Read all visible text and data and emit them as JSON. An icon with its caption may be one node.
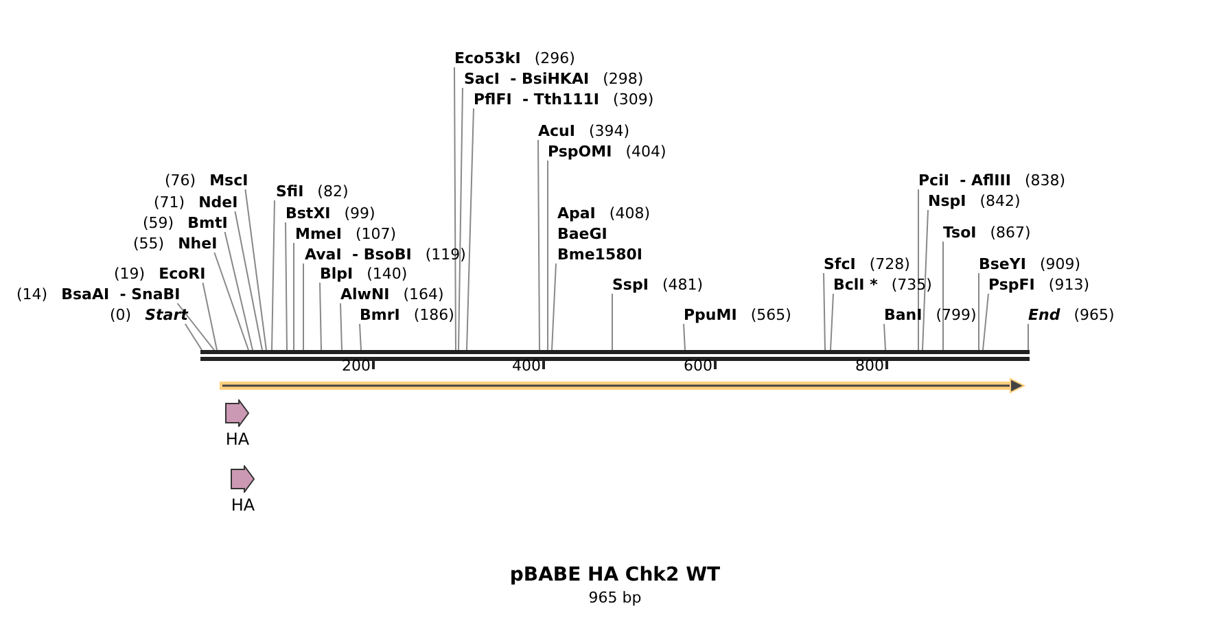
{
  "diagram": {
    "title": "pBABE HA Chk2 WT",
    "caption": "965 bp",
    "nodes": [
      {
        "text": [
          "(0)",
          "Start"
        ]
      },
      {
        "text": [
          "(14)",
          "BsaAI  - SnaBI"
        ]
      },
      {
        "text": [
          "(19)",
          "EcoRI"
        ]
      },
      {
        "text": [
          "(55)",
          "NheI"
        ]
      },
      {
        "text": [
          "(59)",
          "BmtI"
        ]
      },
      {
        "text": [
          "(71)",
          "NdeI"
        ]
      },
      {
        "text": [
          "(76)",
          "MscI"
        ]
      },
      {
        "text": [
          "SfiI",
          "(82)"
        ]
      },
      {
        "text": [
          "BstXI",
          "(99)"
        ]
      },
      {
        "text": [
          "MmeI",
          "(107)"
        ]
      },
      {
        "text": [
          "AvaI  - BsoBI",
          "(119)"
        ]
      },
      {
        "text": [
          "BlpI",
          "(140)"
        ]
      },
      {
        "text": [
          "AlwNI",
          "(164)"
        ]
      },
      {
        "text": [
          "BmrI",
          "(186)"
        ]
      },
      {
        "text": [
          "Eco53kI",
          "(296)"
        ]
      },
      {
        "text": [
          "SacI  - BsiHKAI",
          "(298)"
        ]
      },
      {
        "text": [
          "PflFI  - Tth111I",
          "(309)"
        ]
      },
      {
        "text": [
          "AcuI",
          "(394)"
        ]
      },
      {
        "text": [
          "PspOMI",
          "(404)"
        ]
      },
      {
        "text": [
          "ApaI",
          "(408)",
          "BaeGI",
          "Bme1580I"
        ]
      },
      {
        "text": [
          "SspI",
          "(481)"
        ]
      },
      {
        "text": [
          "PpuMI",
          "(565)"
        ]
      },
      {
        "text": [
          "SfcI",
          "(728)"
        ]
      },
      {
        "text": [
          "BclI *",
          "(735)"
        ]
      },
      {
        "text": [
          "BanI",
          "(799)"
        ]
      },
      {
        "text": [
          "PciI  - AflIII",
          "(838)"
        ]
      },
      {
        "text": [
          "NspI",
          "(842)"
        ]
      },
      {
        "text": [
          "TsoI",
          "(867)"
        ]
      },
      {
        "text": [
          "BseYI",
          "(909)"
        ]
      },
      {
        "text": [
          "PspFI",
          "(913)"
        ]
      },
      {
        "text": [
          "End",
          "(965)"
        ]
      },
      {
        "text": [],
        "shape": "bar"
      },
      {
        "text": [
          "HA"
        ]
      },
      {
        "text": [
          "HA"
        ]
      }
    ],
    "edges": [
      {
        "from": 0,
        "to": 31,
        "arrow": "none"
      },
      {
        "from": 1,
        "to": 31,
        "arrow": "none"
      },
      {
        "from": 2,
        "to": 31,
        "arrow": "none"
      },
      {
        "from": 3,
        "to": 31,
        "arrow": "none"
      },
      {
        "from": 4,
        "to": 31,
        "arrow": "none"
      },
      {
        "from": 5,
        "to": 31,
        "arrow": "none"
      },
      {
        "from": 6,
        "to": 31,
        "arrow": "none"
      },
      {
        "from": 7,
        "to": 31,
        "arrow": "none"
      },
      {
        "from": 8,
        "to": 31,
        "arrow": "none"
      },
      {
        "from": 9,
        "to": 31,
        "arrow": "none"
      },
      {
        "from": 10,
        "to": 31,
        "arrow": "none"
      },
      {
        "from": 11,
        "to": 31,
        "arrow": "none"
      },
      {
        "from": 12,
        "to": 31,
        "arrow": "none"
      },
      {
        "from": 13,
        "to": 31,
        "arrow": "none"
      },
      {
        "from": 14,
        "to": 31,
        "arrow": "none"
      },
      {
        "from": 15,
        "to": 31,
        "arrow": "none"
      },
      {
        "from": 16,
        "to": 31,
        "arrow": "none"
      },
      {
        "from": 17,
        "to": 31,
        "arrow": "none"
      },
      {
        "from": 18,
        "to": 31,
        "arrow": "none"
      },
      {
        "from": 19,
        "to": 31,
        "arrow": "none"
      },
      {
        "from": 20,
        "to": 31,
        "arrow": "none"
      },
      {
        "from": 21,
        "to": 31,
        "arrow": "none"
      },
      {
        "from": 22,
        "to": 31,
        "arrow": "none"
      },
      {
        "from": 23,
        "to": 31,
        "arrow": "none"
      },
      {
        "from": 24,
        "to": 31,
        "arrow": "none"
      },
      {
        "from": 25,
        "to": 31,
        "arrow": "none"
      },
      {
        "from": 26,
        "to": 31,
        "arrow": "none"
      },
      {
        "from": 27,
        "to": 31,
        "arrow": "none"
      },
      {
        "from": 28,
        "to": 31,
        "arrow": "none"
      },
      {
        "from": 29,
        "to": 31,
        "arrow": "none"
      },
      {
        "from": 30,
        "to": 31,
        "arrow": "none"
      }
    ],
    "labels": [
      "200",
      "400",
      "600",
      "800"
    ]
  }
}
